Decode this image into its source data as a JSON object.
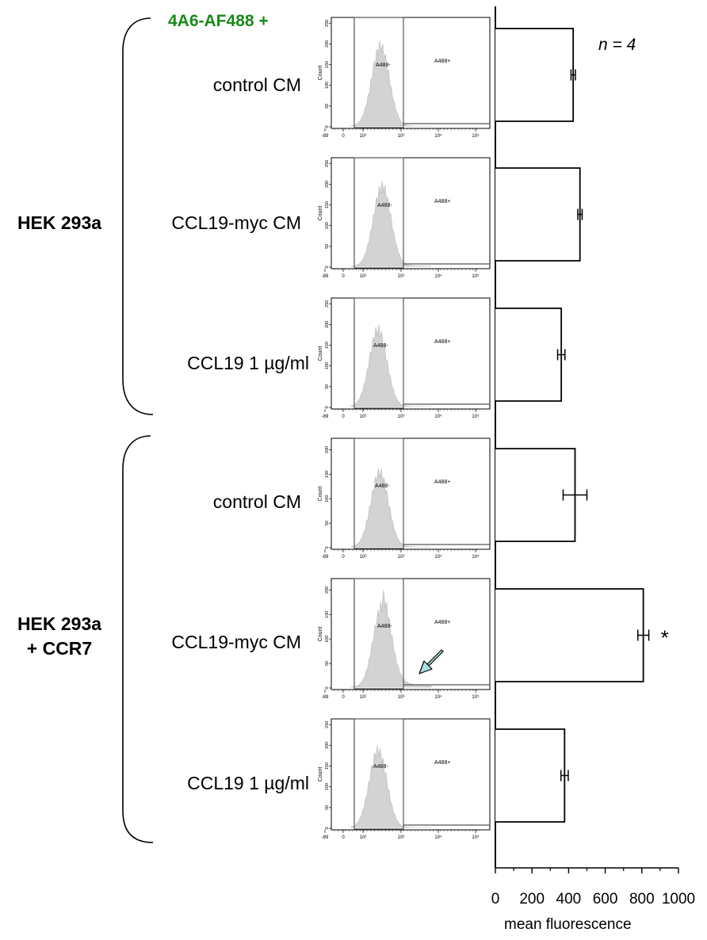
{
  "title": "4A6-AF488 +",
  "n_label": "n = 4",
  "groups": [
    {
      "label_lines": [
        "HEK 293a"
      ]
    },
    {
      "label_lines": [
        "HEK 293a",
        "+ CCR7"
      ]
    }
  ],
  "conditions": [
    "control CM",
    "CCL19-myc CM",
    "CCL19 1 µg/ml",
    "control CM",
    "CCL19-myc CM",
    "CCL19 1 µg/ml"
  ],
  "flow_panels": {
    "gate_neg_label": "A488-",
    "gate_pos_label": "A488+",
    "y_axis_label": "Count",
    "x_tick_labels": [
      "-89",
      "0",
      "10²",
      "10³",
      "10⁴",
      "10⁵"
    ],
    "y_tick_labels_default": [
      "0",
      "50",
      "100",
      "150",
      "200",
      "250"
    ],
    "y_tick_labels_short": [
      "0",
      "50",
      "100",
      "150",
      "200"
    ],
    "histogram_fill": "#d3d3d3",
    "arrow_color": "#a8dede",
    "arrow_panel_index": 4
  },
  "chart_data": {
    "type": "bar",
    "orientation": "horizontal",
    "categories": [
      "control CM",
      "CCL19-myc CM",
      "CCL19 1 µg/ml",
      "control CM",
      "CCL19-myc CM",
      "CCL19 1 µg/ml"
    ],
    "series": [
      {
        "values": [
          425,
          462,
          360,
          435,
          808,
          378
        ],
        "errors": [
          12,
          12,
          20,
          65,
          30,
          20
        ]
      }
    ],
    "significance": [
      "",
      "",
      "",
      "",
      "*",
      ""
    ],
    "xlabel": "mean fluorescence",
    "xlim": [
      0,
      1000
    ],
    "xticks": [
      0,
      200,
      400,
      600,
      800,
      1000
    ],
    "xtick_labels": [
      "0",
      "200",
      "400",
      "600",
      "800",
      "1000"
    ]
  }
}
